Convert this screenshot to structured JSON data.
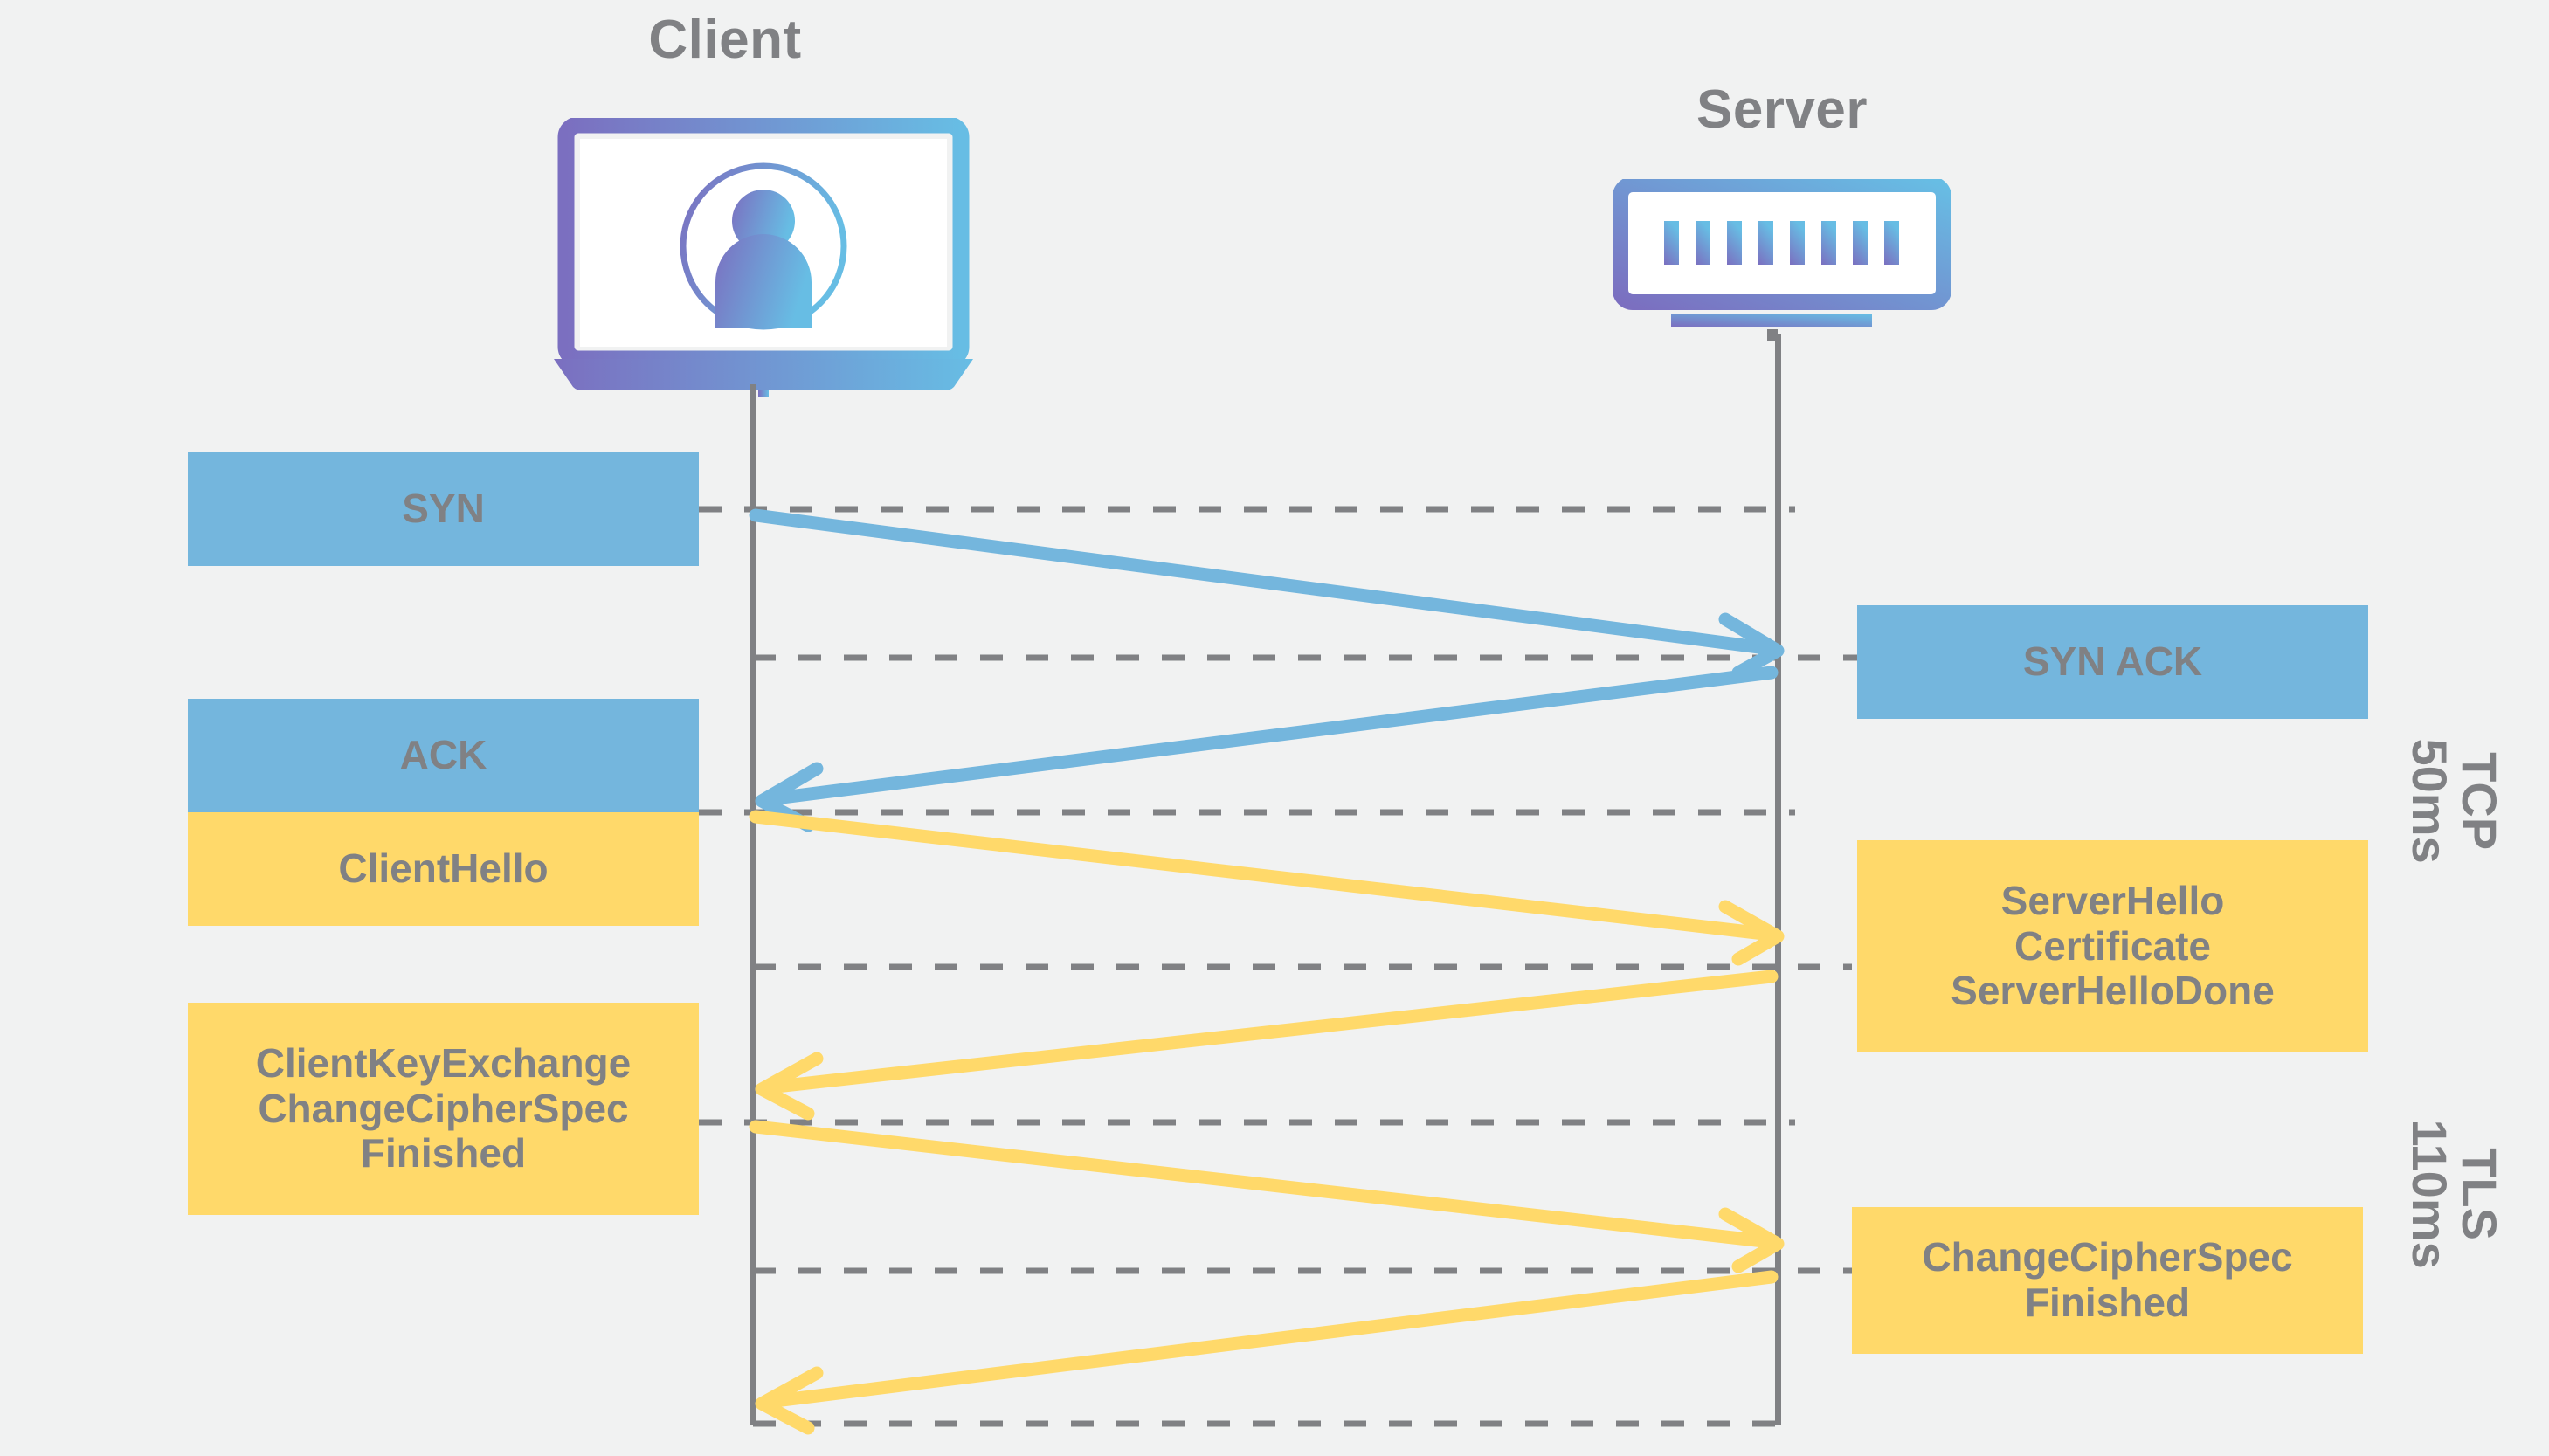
{
  "diagram": {
    "title_client": "Client",
    "title_server": "Server",
    "background": "#f1f2f2",
    "colors": {
      "tcp_blue": "#74b6dd",
      "tls_yellow": "#ffd96a",
      "text_gray": "#808184",
      "lifeline_gray": "#808184",
      "icon_gradient_from": "#7b6fc0",
      "icon_gradient_to": "#67bde4"
    }
  },
  "client_messages": [
    {
      "id": "syn",
      "label": "SYN",
      "color": "tcp_blue"
    },
    {
      "id": "ack",
      "label": "ACK",
      "color": "tcp_blue"
    },
    {
      "id": "clienthello",
      "label": "ClientHello",
      "color": "tls_yellow"
    },
    {
      "id": "clientkeyexchange",
      "label": "ClientKeyExchange\nChangeCipherSpec\nFinished",
      "color": "tls_yellow"
    }
  ],
  "server_messages": [
    {
      "id": "synack",
      "label": "SYN ACK",
      "color": "tcp_blue"
    },
    {
      "id": "serverhello",
      "label": "ServerHello\nCertificate\nServerHelloDone",
      "color": "tls_yellow"
    },
    {
      "id": "serverccs",
      "label": "ChangeCipherSpec\nFinished",
      "color": "tls_yellow"
    }
  ],
  "phases": [
    {
      "id": "tcp",
      "protocol": "TCP",
      "latency": "50ms"
    },
    {
      "id": "tls",
      "protocol": "TLS",
      "latency": "110ms"
    }
  ],
  "icons": {
    "client": "laptop-user-icon",
    "server": "server-rack-icon"
  }
}
